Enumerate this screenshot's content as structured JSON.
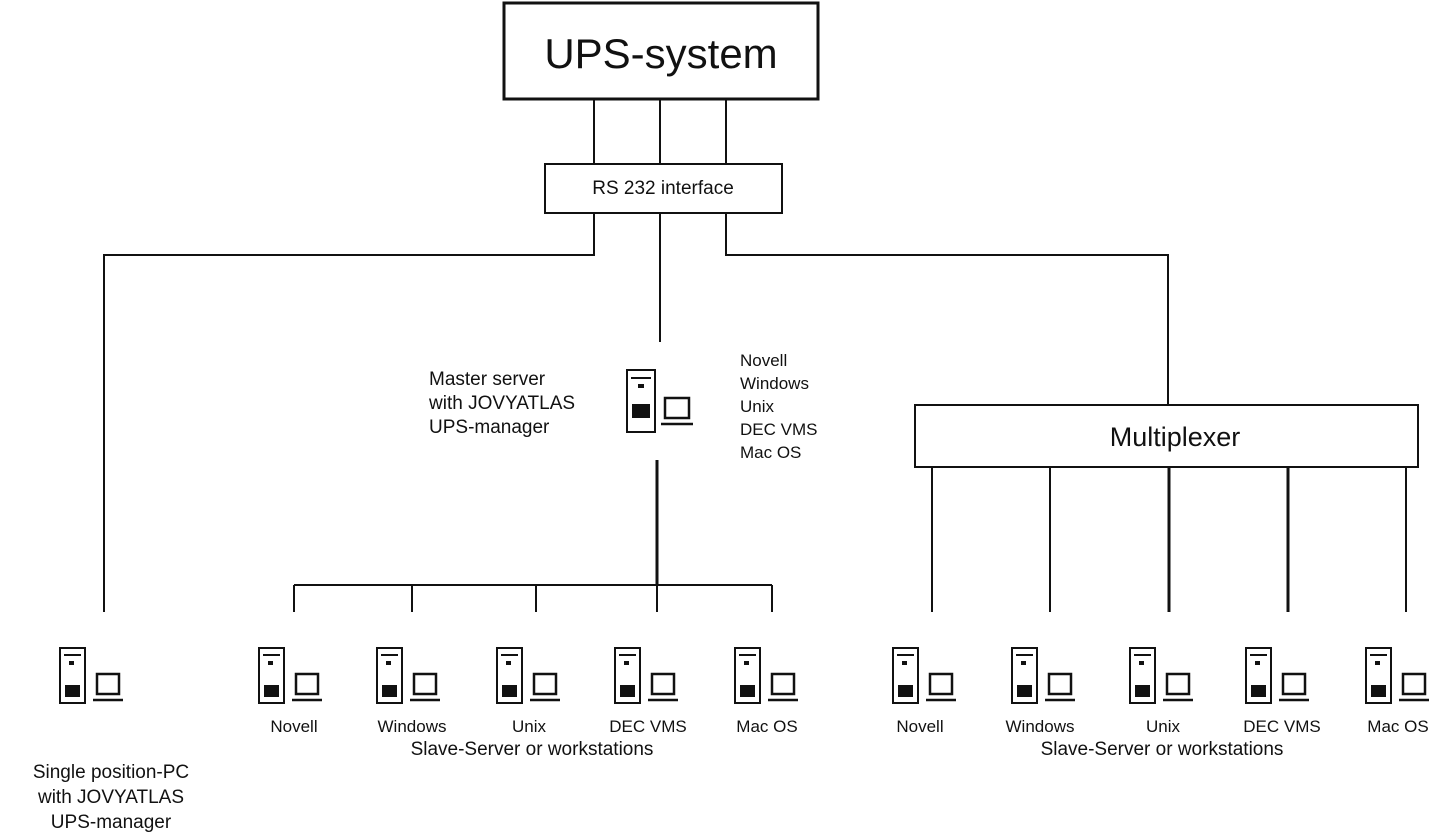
{
  "ups_system": {
    "label": "UPS-system"
  },
  "rs232": {
    "label": "RS 232 interface"
  },
  "multiplexer": {
    "label": "Multiplexer"
  },
  "master": {
    "label_lines": [
      "Master server",
      "with JOVYATLAS",
      "UPS-manager"
    ],
    "os_list": [
      "Novell",
      "Windows",
      "Unix",
      "DEC VMS",
      "Mac OS"
    ]
  },
  "single_pc": {
    "label_lines": [
      "Single position-PC",
      "with JOVYATLAS",
      "UPS-manager"
    ]
  },
  "middle_group": {
    "caption": "Slave-Server or workstations",
    "stations": [
      "Novell",
      "Windows",
      "Unix",
      "DEC VMS",
      "Mac OS"
    ]
  },
  "right_group": {
    "caption": "Slave-Server or workstations",
    "stations": [
      "Novell",
      "Windows",
      "Unix",
      "DEC VMS",
      "Mac OS"
    ]
  },
  "colors": {
    "line": "#111111",
    "background": "#ffffff"
  }
}
